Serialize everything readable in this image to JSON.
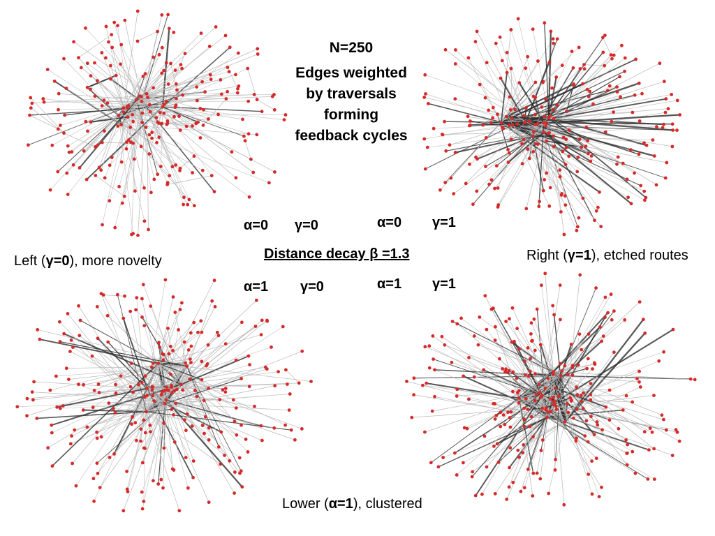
{
  "title": {
    "n": "N=250",
    "description": "Edges weighted by traversals forming feedback cycles"
  },
  "distance_decay": "Distance decay β =1.3",
  "panels": [
    {
      "alpha": "α=0",
      "gamma": "γ=0"
    },
    {
      "alpha": "α=0",
      "gamma": "γ=1"
    },
    {
      "alpha": "α=1",
      "gamma": "γ=0"
    },
    {
      "alpha": "α=1",
      "gamma": "γ=1"
    }
  ],
  "captions": {
    "left": {
      "pre": "Left (",
      "bold": "γ=0",
      "post": "), more novelty"
    },
    "right": {
      "pre": "Right (",
      "bold": "γ=1",
      "post": "), etched routes"
    },
    "lower": {
      "pre": "Lower (",
      "bold": "α=1",
      "post": "), clustered"
    }
  },
  "colors": {
    "node": "#d62a2a",
    "edge_light": "#b8b8b8",
    "edge_dark": "#2e2e2e",
    "text": "#000000"
  }
}
